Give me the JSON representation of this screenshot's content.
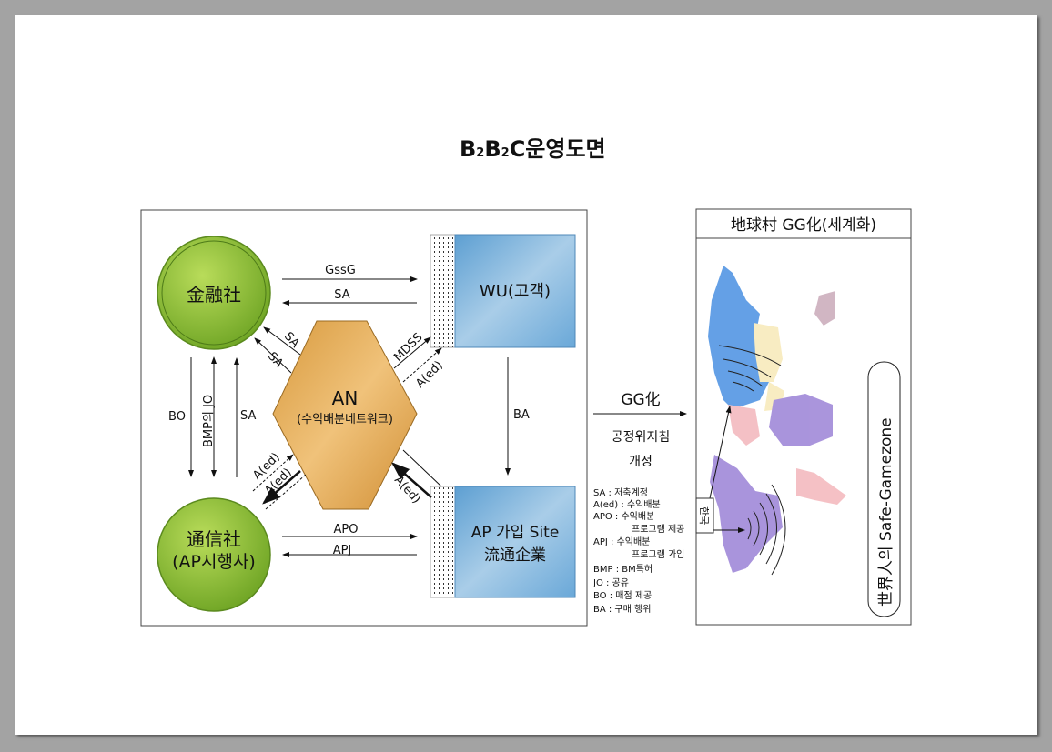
{
  "title": {
    "b1": "B",
    "sub1": "2",
    "b2": "B",
    "sub2": "2",
    "rest": "C운영도면"
  },
  "diagram": {
    "finance": "金融社",
    "telecom_line1": "通信社",
    "telecom_line2": "(AP시행사)",
    "an_title": "AN",
    "an_subtitle": "(수익배분네트워크)",
    "wu": "WU(고객)",
    "ap_line1": "AP 가입 Site",
    "ap_line2": "流通企業",
    "arrows": {
      "gssg": "GssG",
      "sa_top": "SA",
      "sa_diag1": "SA",
      "sa_diag2": "SA",
      "mdss": "MDSS",
      "aed_wu": "A(ed)",
      "ba": "BA",
      "bo": "BO",
      "bmp_jo": "BMP의 JO",
      "sa_vert": "SA",
      "aed_tel1": "A(ed)",
      "aed_tel2": "A(ed)",
      "aed_ap": "A(ed)",
      "apo": "APO",
      "apj": "APJ"
    }
  },
  "middle": {
    "gg": "GG化",
    "line1": "공정위지침",
    "line2": "개정",
    "legend": [
      "SA : 저축계정",
      "A(ed) : 수익배분",
      "APO : 수익배분",
      "프로그램 제공",
      "APJ : 수익배분",
      "프로그램 가입",
      "BMP : BM특허",
      "JO : 공유",
      "BO : 매점 제공",
      "BA : 구매 행위"
    ]
  },
  "globe": {
    "header": "地球村 GG化(세계화)",
    "korea": "한국",
    "safe": "世界人의 Safe-Gamezone"
  }
}
